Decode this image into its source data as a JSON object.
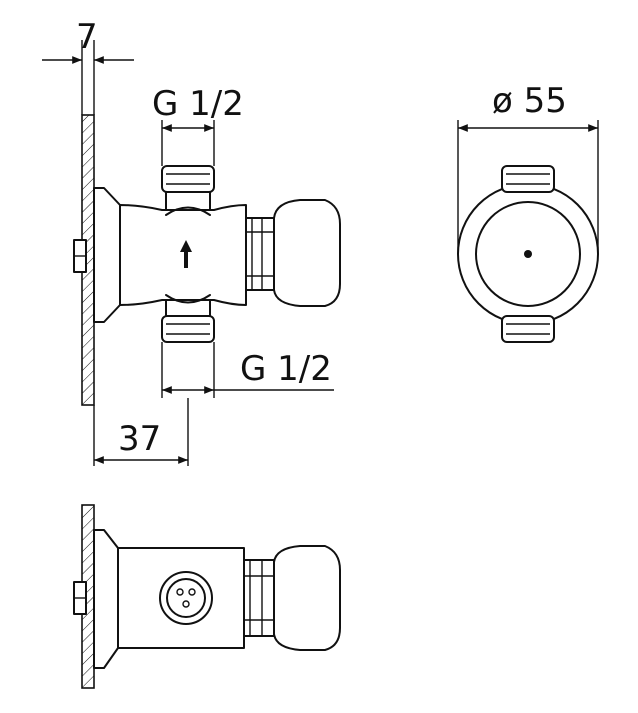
{
  "dimensions": {
    "wall_offset": "7",
    "inlet_thread": "G 1/2",
    "outlet_thread": "G 1/2",
    "diameter": "ø 55",
    "center_distance": "37"
  },
  "colors": {
    "line": "#111111",
    "background": "#ffffff"
  },
  "views": [
    "front-view",
    "side-view",
    "bottom-view"
  ]
}
